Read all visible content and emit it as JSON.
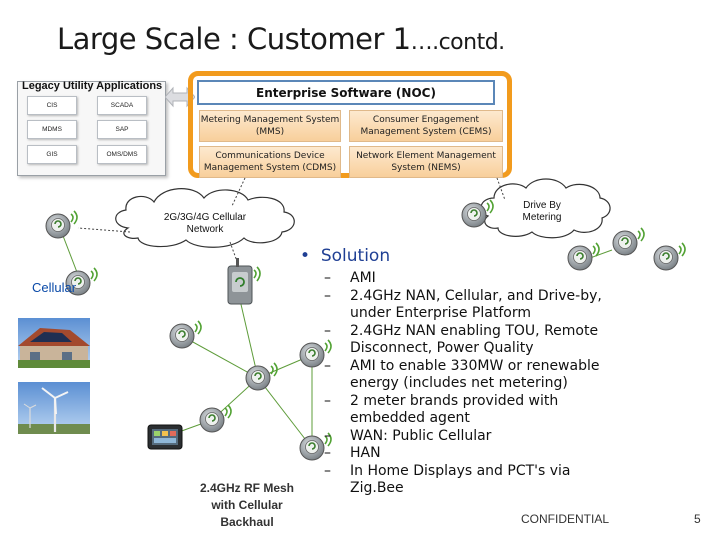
{
  "title": {
    "main": "Large Scale : Customer 1",
    "suffix": "….contd."
  },
  "legacy": {
    "title": "Legacy Utility Applications",
    "cells": [
      "CIS",
      "SCADA",
      "MDMS",
      "SAP",
      "GIS",
      "OMS/DMS"
    ]
  },
  "enterprise": {
    "title": "Enterprise Software (NOC)",
    "cells": [
      "Metering Management System (MMS)",
      "Consumer Engagement Management System (CEMS)",
      "Communications Device Management System (CDMS)",
      "Network Element Management System (NEMS)"
    ]
  },
  "clouds": {
    "cellular_network": "2G/3G/4G Cellular Network",
    "drive_by": "Drive By Metering"
  },
  "labels": {
    "cellular": "Cellular",
    "mesh": "2.4GHz RF Mesh with Cellular Backhaul"
  },
  "solution": {
    "heading": "Solution",
    "bullet": "•",
    "dash": "–",
    "items": [
      "AMI",
      "2.4GHz NAN, Cellular, and Drive-by, under Enterprise Platform",
      "2.4GHz NAN enabling TOU, Remote Disconnect, Power Quality",
      "AMI to enable 330MW or renewable energy (includes net metering)",
      "2 meter brands provided with embedded agent",
      "WAN: Public Cellular",
      "HAN",
      "In Home Displays and PCT's via Zig.Bee"
    ]
  },
  "footer": {
    "confidential": "CONFIDENTIAL",
    "page": "5"
  },
  "colors": {
    "enterprise_border": "#f29b1d",
    "enterprise_header_border": "#5b87b8",
    "solution_heading": "#1f3f94",
    "cellular_label": "#0a4aa8",
    "link_line": "#5e9c3a"
  }
}
